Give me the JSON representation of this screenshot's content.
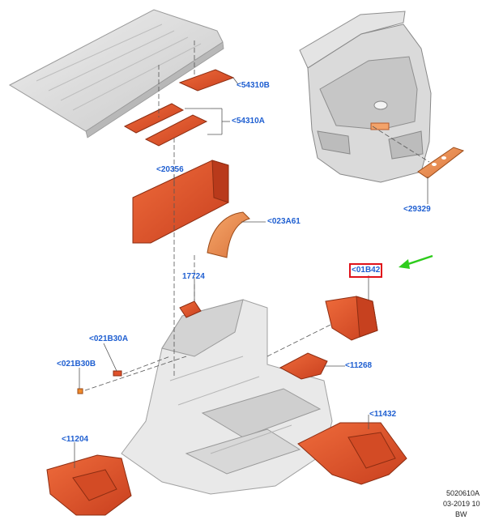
{
  "diagram": {
    "callouts": {
      "c54310B": "<54310B",
      "c54310A": "<54310A",
      "c20356": "<20356",
      "c023A61": "<023A61",
      "c29329": "<29329",
      "c01B42": "<01B42",
      "c17724": "17724",
      "c021B30A": "<021B30A",
      "c021B30B": "<021B30B",
      "c11268": "<11268",
      "c11432": "<11432",
      "c11204": "<11204"
    },
    "highlighted_callout": "<01B42",
    "colors": {
      "pad": "#e0522b",
      "pad_light": "#f08a55",
      "body": "#d7d7d7",
      "callout": "#1f5fd1",
      "arrow": "#2ecc1c",
      "highlight": "#e0121a"
    },
    "footer": {
      "code": "5020610A",
      "date": "03-2019 10",
      "initials": "BW"
    }
  }
}
